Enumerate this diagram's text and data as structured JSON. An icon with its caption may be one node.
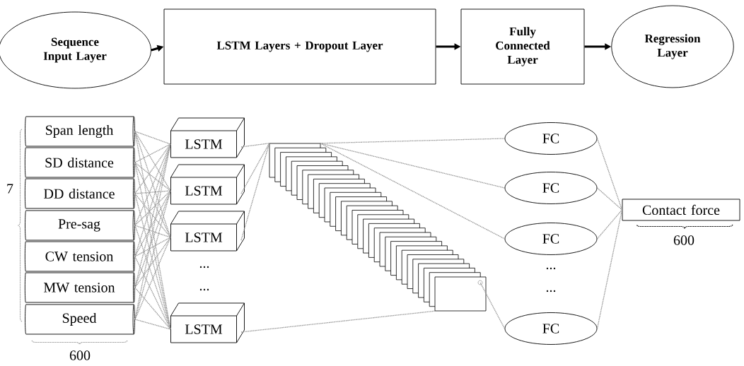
{
  "diagram": {
    "nodes": [
      {
        "text": [
          "Sequence Input Layer"
        ]
      },
      {
        "text": [
          "LSTM Layers + Dropout Layer"
        ]
      },
      {
        "text": [
          "Fully Connected Layer"
        ]
      },
      {
        "text": [
          "Regression Layer"
        ]
      },
      {
        "text": [
          "Span length"
        ]
      },
      {
        "text": [
          "SD distance"
        ]
      },
      {
        "text": [
          "DD distance"
        ]
      },
      {
        "text": [
          "Pre-sag"
        ]
      },
      {
        "text": [
          "CW tension"
        ]
      },
      {
        "text": [
          "MW tension"
        ]
      },
      {
        "text": [
          "Speed"
        ]
      },
      {
        "text": [
          "LSTM"
        ]
      },
      {
        "text": [
          "LSTM"
        ]
      },
      {
        "text": [
          "LSTM"
        ]
      },
      {
        "text": [
          "LSTM"
        ]
      },
      {
        "text": [],
        "shape": "box"
      },
      {
        "text": [
          "FC"
        ]
      },
      {
        "text": [
          "FC"
        ]
      },
      {
        "text": [
          "FC"
        ]
      },
      {
        "text": [
          "FC"
        ]
      },
      {
        "text": [
          "Contact force"
        ]
      }
    ],
    "edges": [
      {
        "from": 0,
        "to": 1,
        "arrow": "to",
        "style": "thick",
        "color": "#000000"
      },
      {
        "from": 1,
        "to": 2,
        "arrow": "to",
        "style": "thick",
        "color": "#000000"
      },
      {
        "from": 2,
        "to": 3,
        "arrow": "to",
        "style": "thick",
        "color": "#000000"
      },
      {
        "from": 4,
        "to": 11,
        "arrow": "none",
        "style": "dashed"
      },
      {
        "from": 4,
        "to": 12,
        "arrow": "none",
        "style": "dashed"
      },
      {
        "from": 4,
        "to": 13,
        "arrow": "none",
        "style": "dashed"
      },
      {
        "from": 4,
        "to": 14,
        "arrow": "none",
        "style": "dashed"
      },
      {
        "from": 5,
        "to": 11,
        "arrow": "none",
        "style": "dashed"
      },
      {
        "from": 5,
        "to": 12,
        "arrow": "none",
        "style": "dashed"
      },
      {
        "from": 5,
        "to": 13,
        "arrow": "none",
        "style": "dashed"
      },
      {
        "from": 5,
        "to": 14,
        "arrow": "none",
        "style": "dashed"
      },
      {
        "from": 6,
        "to": 11,
        "arrow": "none",
        "style": "dashed"
      },
      {
        "from": 6,
        "to": 12,
        "arrow": "none",
        "style": "dashed"
      },
      {
        "from": 6,
        "to": 13,
        "arrow": "none",
        "style": "dashed"
      },
      {
        "from": 6,
        "to": 14,
        "arrow": "none",
        "style": "dashed"
      },
      {
        "from": 7,
        "to": 11,
        "arrow": "none",
        "style": "dashed"
      },
      {
        "from": 7,
        "to": 12,
        "arrow": "none",
        "style": "dashed"
      },
      {
        "from": 7,
        "to": 13,
        "arrow": "none",
        "style": "dashed"
      },
      {
        "from": 7,
        "to": 14,
        "arrow": "none",
        "style": "dashed"
      },
      {
        "from": 8,
        "to": 11,
        "arrow": "none",
        "style": "dashed"
      },
      {
        "from": 8,
        "to": 12,
        "arrow": "none",
        "style": "dashed"
      },
      {
        "from": 8,
        "to": 13,
        "arrow": "none",
        "style": "dashed"
      },
      {
        "from": 8,
        "to": 14,
        "arrow": "none",
        "style": "dashed"
      },
      {
        "from": 9,
        "to": 11,
        "arrow": "none",
        "style": "dashed"
      },
      {
        "from": 9,
        "to": 12,
        "arrow": "none",
        "style": "dashed"
      },
      {
        "from": 9,
        "to": 13,
        "arrow": "none",
        "style": "dashed"
      },
      {
        "from": 9,
        "to": 14,
        "arrow": "none",
        "style": "dashed"
      },
      {
        "from": 10,
        "to": 11,
        "arrow": "none",
        "style": "dashed"
      },
      {
        "from": 10,
        "to": 12,
        "arrow": "none",
        "style": "dashed"
      },
      {
        "from": 10,
        "to": 13,
        "arrow": "none",
        "style": "dashed"
      },
      {
        "from": 10,
        "to": 14,
        "arrow": "none",
        "style": "dashed"
      },
      {
        "from": 11,
        "to": 15,
        "arrow": "none",
        "style": "dashed"
      },
      {
        "from": 12,
        "to": 15,
        "arrow": "none",
        "style": "dashed"
      },
      {
        "from": 13,
        "to": 15,
        "arrow": "none",
        "style": "dashed"
      },
      {
        "from": 14,
        "to": 15,
        "arrow": "none",
        "style": "dashed"
      },
      {
        "from": 15,
        "to": 16,
        "arrow": "none",
        "style": "dashed"
      },
      {
        "from": 15,
        "to": 17,
        "arrow": "none",
        "style": "dashed"
      },
      {
        "from": 15,
        "to": 18,
        "arrow": "none",
        "style": "dashed"
      },
      {
        "from": 15,
        "to": 19,
        "arrow": "none",
        "style": "dashed"
      },
      {
        "from": 16,
        "to": 20,
        "arrow": "none",
        "style": "dashed"
      },
      {
        "from": 17,
        "to": 20,
        "arrow": "none",
        "style": "dashed"
      },
      {
        "from": 18,
        "to": 20,
        "arrow": "none",
        "style": "dashed"
      },
      {
        "from": 19,
        "to": 20,
        "arrow": "none",
        "style": "dashed"
      }
    ],
    "labels": [
      "7",
      "...",
      "...",
      "...",
      "...",
      "600",
      "600"
    ]
  }
}
